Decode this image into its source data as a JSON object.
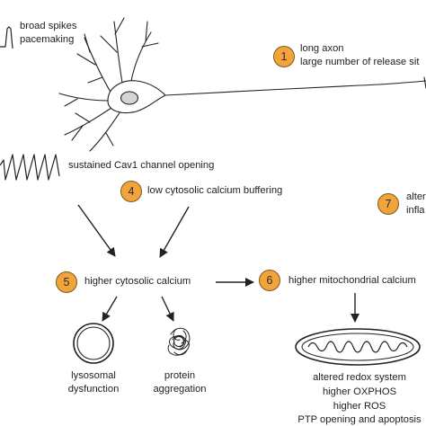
{
  "labels": {
    "broad_spikes": "broad spikes",
    "pacemaking": "pacemaking",
    "long_axon": "long axon",
    "release_sites": "large number of release sit",
    "sustained_cav1": "sustained Cav1 channel opening",
    "low_buffering": "low cytosolic calcium buffering",
    "alter": "alter",
    "infla": "infla",
    "higher_cytosolic": "higher cytosolic calcium",
    "higher_mito": "higher mitochondrial calcium",
    "lysosomal_1": "lysosomal",
    "lysosomal_2": "dysfunction",
    "protein_1": "protein",
    "protein_2": "aggregation",
    "altered_redox": "altered redox system",
    "oxphos": "higher OXPHOS",
    "ros": "higher ROS",
    "ptp": "PTP opening and apoptosis"
  },
  "badges": {
    "b1": "1",
    "b4": "4",
    "b5": "5",
    "b6": "6",
    "b7": "7"
  },
  "colors": {
    "badge_fill": "#f2a33c",
    "stroke": "#222222"
  }
}
